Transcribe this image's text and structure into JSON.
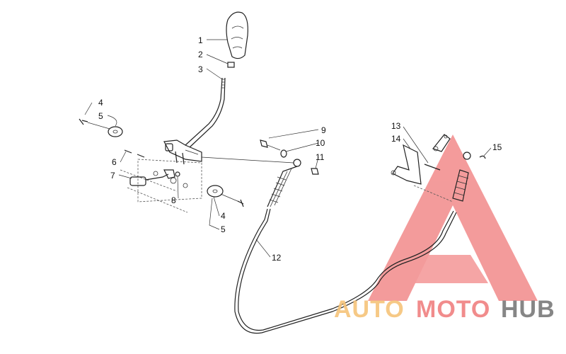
{
  "callouts": [
    "1",
    "2",
    "3",
    "4",
    "5",
    "6",
    "7",
    "8",
    "9",
    "10",
    "11",
    "12",
    "13",
    "14",
    "15"
  ],
  "callouts_bottom": [
    "4",
    "5"
  ],
  "watermark": {
    "text_a": "AUTO",
    "text_b": "MOTO",
    "text_c": "HUB",
    "color_a": "#f6c47a",
    "color_b": "#f08080",
    "color_c": "#7a7a7a",
    "triangle_color": "#f28a8a"
  }
}
